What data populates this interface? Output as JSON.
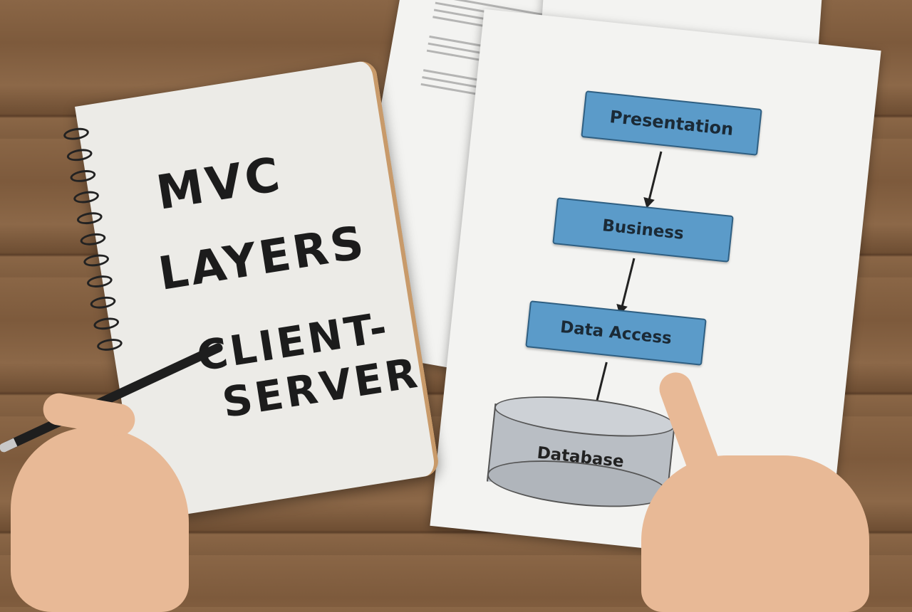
{
  "notebook": {
    "line1": "MVC",
    "line2": "LAYERS",
    "line3": "CLIENT-",
    "line4": "SERVER"
  },
  "diagram": {
    "layers": [
      "Presentation",
      "Business",
      "Data Access"
    ],
    "database": "Database"
  },
  "colors": {
    "box": "#5b9bc9",
    "wood": "#8a6646",
    "database": "#b9bec4"
  }
}
